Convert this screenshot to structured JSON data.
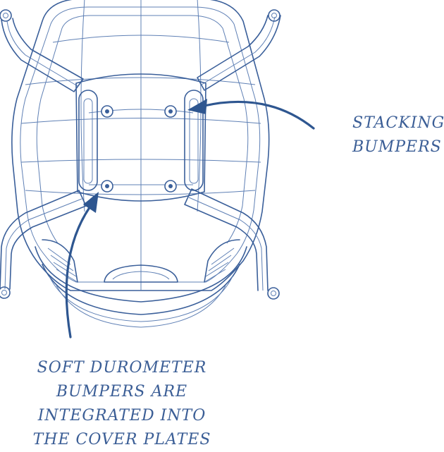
{
  "labels": {
    "stacking": [
      "STACKING",
      "BUMPERS"
    ],
    "soft": [
      "SOFT DUROMETER",
      "BUMPERS ARE",
      "INTEGRATED INTO",
      "THE COVER PLATES"
    ]
  },
  "colors": {
    "line": "#3a5f9a",
    "arrow": "#2e5690",
    "text": "#3b5e96",
    "background": "#ffffff"
  }
}
